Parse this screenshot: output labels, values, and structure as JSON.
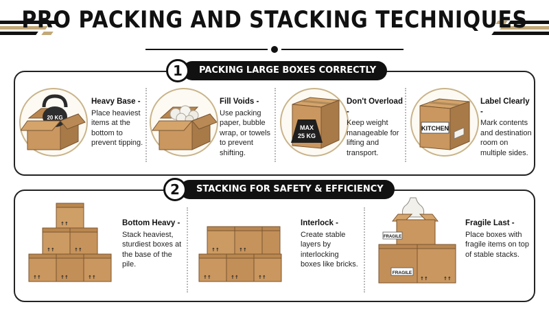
{
  "title": "PRO PACKING AND STACKING TECHNIQUES",
  "colors": {
    "accent_gold": "#c2a878",
    "ink": "#111111",
    "cardboard": "#c9975f",
    "cardboard_dark": "#a87a48"
  },
  "sections": [
    {
      "number": "1",
      "heading": "PACKING LARGE BOXES CORRECTLY",
      "tips": [
        {
          "title": "Heavy Base -",
          "text": "Place heaviest items at the bottom to prevent tipping.",
          "icon": "kettlebell-in-box-icon",
          "badge": "20 KG"
        },
        {
          "title": "Fill Voids -",
          "text": "Use packing paper, bubble wrap, or towels to prevent shifting.",
          "icon": "packing-paper-box-icon"
        },
        {
          "title": "Don't Overload -",
          "text": "Keep weight manageable for lifting and transport.",
          "icon": "max-weight-box-icon",
          "badge_line1": "MAX",
          "badge_line2": "25 KG"
        },
        {
          "title": "Label Clearly -",
          "text": "Mark contents and destination room on multiple sides.",
          "icon": "labeled-box-icon",
          "badge": "KITCHEN"
        }
      ]
    },
    {
      "number": "2",
      "heading": "STACKING FOR SAFETY & EFFICIENCY",
      "tips": [
        {
          "title": "Bottom Heavy -",
          "text": "Stack heaviest, sturdiest boxes at the base of the pile.",
          "icon": "pyramid-stack-icon"
        },
        {
          "title": "Interlock -",
          "text": "Create stable layers by interlocking boxes like bricks.",
          "icon": "interlocked-stack-icon"
        },
        {
          "title": "Fragile Last -",
          "text": "Place boxes with fragile items on top of stable stacks.",
          "icon": "fragile-on-top-icon",
          "badge": "FRAGILE"
        }
      ]
    }
  ]
}
